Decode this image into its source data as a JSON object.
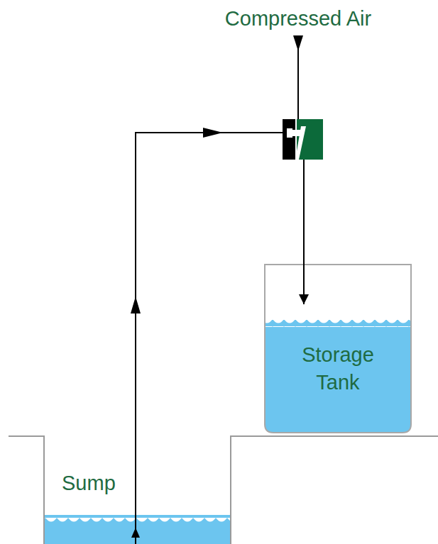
{
  "diagram": {
    "nodes": [
      {
        "text": [
          "Sump"
        ]
      },
      {
        "text": [
          "Storage Tank"
        ]
      }
    ],
    "edges": [
      {
        "from": 0,
        "to": 1,
        "arrow": "to"
      }
    ],
    "labels": [
      "Compressed Air"
    ]
  }
}
